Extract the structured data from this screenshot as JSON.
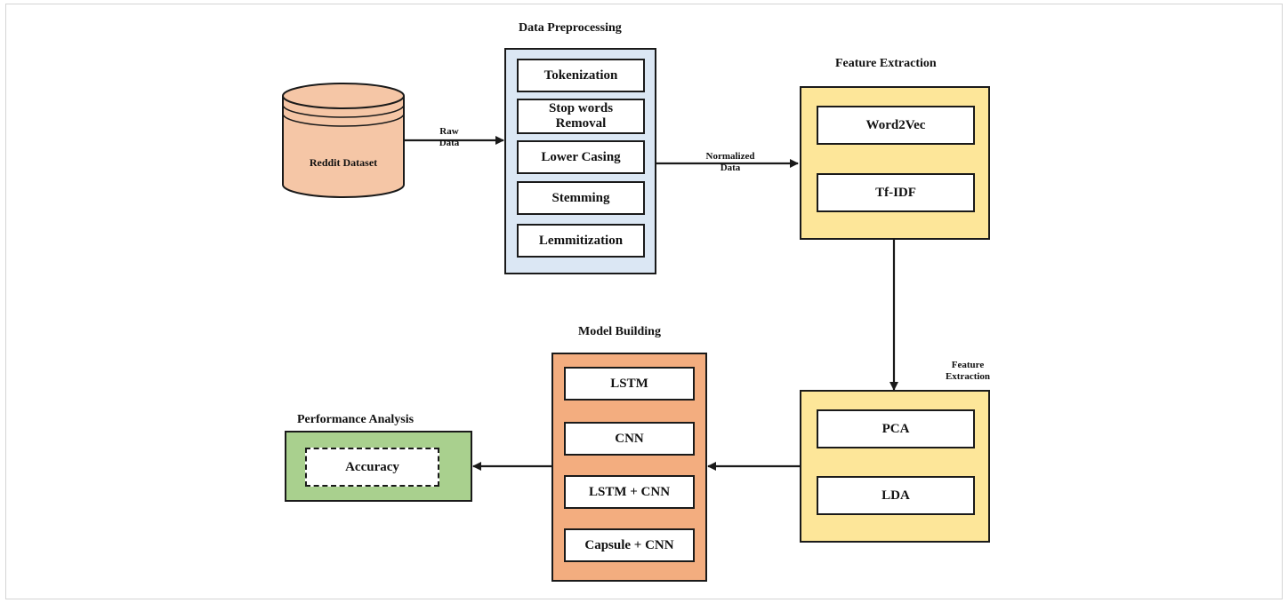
{
  "colors": {
    "preprocessing_fill": "#dbe7f4",
    "feature_fill": "#fde699",
    "model_fill": "#f3ad7f",
    "performance_fill": "#a9d08e",
    "dataset_fill": "#f5c6a6"
  },
  "dataset": {
    "label": "Reddit Dataset"
  },
  "edges": {
    "raw_data": "Raw\nData",
    "normalized_data": "Normalized\nData",
    "feature_extraction": "Feature\nExtraction"
  },
  "preprocessing": {
    "title": "Data Preprocessing",
    "steps": [
      "Tokenization",
      "Stop words\nRemoval",
      "Lower Casing",
      "Stemming",
      "Lemmitization"
    ]
  },
  "feature_extraction": {
    "title": "Feature Extraction",
    "methods": [
      "Word2Vec",
      "Tf-IDF"
    ]
  },
  "dimensionality": {
    "methods": [
      "PCA",
      "LDA"
    ]
  },
  "model_building": {
    "title": "Model Building",
    "models": [
      "LSTM",
      "CNN",
      "LSTM + CNN",
      "Capsule + CNN"
    ]
  },
  "performance": {
    "title": "Performance Analysis",
    "metric": "Accuracy"
  }
}
